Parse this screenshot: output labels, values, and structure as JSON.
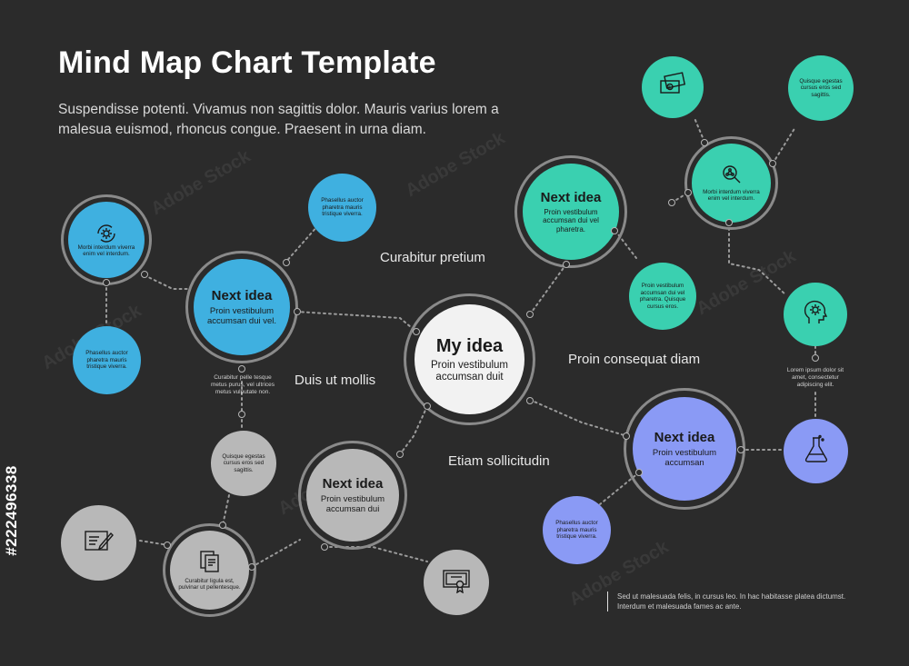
{
  "header": {
    "title": "Mind Map Chart Template",
    "subtitle": "Suspendisse potenti. Vivamus non sagittis dolor. Mauris varius lorem a malesua euismod, rhoncus congue. Praesent in urna diam."
  },
  "center": {
    "title": "My idea",
    "sub": "Proin vestibulum accumsan duit"
  },
  "branches": {
    "blue": {
      "title": "Next idea",
      "sub": "Proin vestibulum accumsan dui vel."
    },
    "teal": {
      "title": "Next idea",
      "sub": "Proin vestibulum accumsan dui vel pharetra."
    },
    "periwinkle": {
      "title": "Next idea",
      "sub": "Proin vestibulum accumsan"
    },
    "grey": {
      "title": "Next idea",
      "sub": "Proin vestibulum accumsan dui"
    }
  },
  "labels": {
    "curabitur": "Curabitur pretium",
    "duis": "Duis ut mollis",
    "proin": "Proin consequat diam",
    "etiam": "Etiam sollicitudin"
  },
  "small_texts": {
    "blue_ring": "Morbi interdum viverra enim vel interdum.",
    "blue_top": "Phasellus auctor pharetra mauris tristique viverra.",
    "blue_bottom": "Phasellus auctor pharetra mauris tristique viverra.",
    "teal_right_top": "Quisque egestas cursus eros sed sagittis.",
    "teal_ring": "Morbi interdum viverra enim vel interdum.",
    "teal_bottom": "Proin vestibulum accumsan dui vel pharetra. Quisque cursus eros.",
    "teal_float": "Lorem ipsum dolor sit amet, consectetur adipiscing elit.",
    "periw_bottom": "Phasellus auctor pharetra mauris tristique viverra.",
    "grey_float": "Curabitur pelle tesque metus purus, vel ultrices metus vulputate non.",
    "grey_mid": "Quisque egestas cursus eros sed sagittis.",
    "grey_ring": "Curabitur ligula est, pulvinar ut pellentesque."
  },
  "note": "Sed ut malesuada felis, in cursus leo. In hac habitasse platea dictumst. Interdum et malesuada fames ac ante.",
  "stock_id": "#222496338",
  "watermark": "Adobe Stock",
  "colors": {
    "background": "#2b2b2b",
    "teal": "#3ad0b0",
    "blue": "#3fb0e0",
    "periwinkle": "#8a9af5",
    "grey": "#b8b8b8",
    "center": "#f2f2f2"
  },
  "icons": {
    "blue_ring": "gear-cycle-icon",
    "teal_top": "money-bills-icon",
    "teal_ring": "magnifier-network-icon",
    "teal_right": "head-gear-icon",
    "periw_right": "flask-icon",
    "grey_left": "document-pen-icon",
    "grey_ring": "documents-icon",
    "grey_bottom": "certificate-icon"
  }
}
